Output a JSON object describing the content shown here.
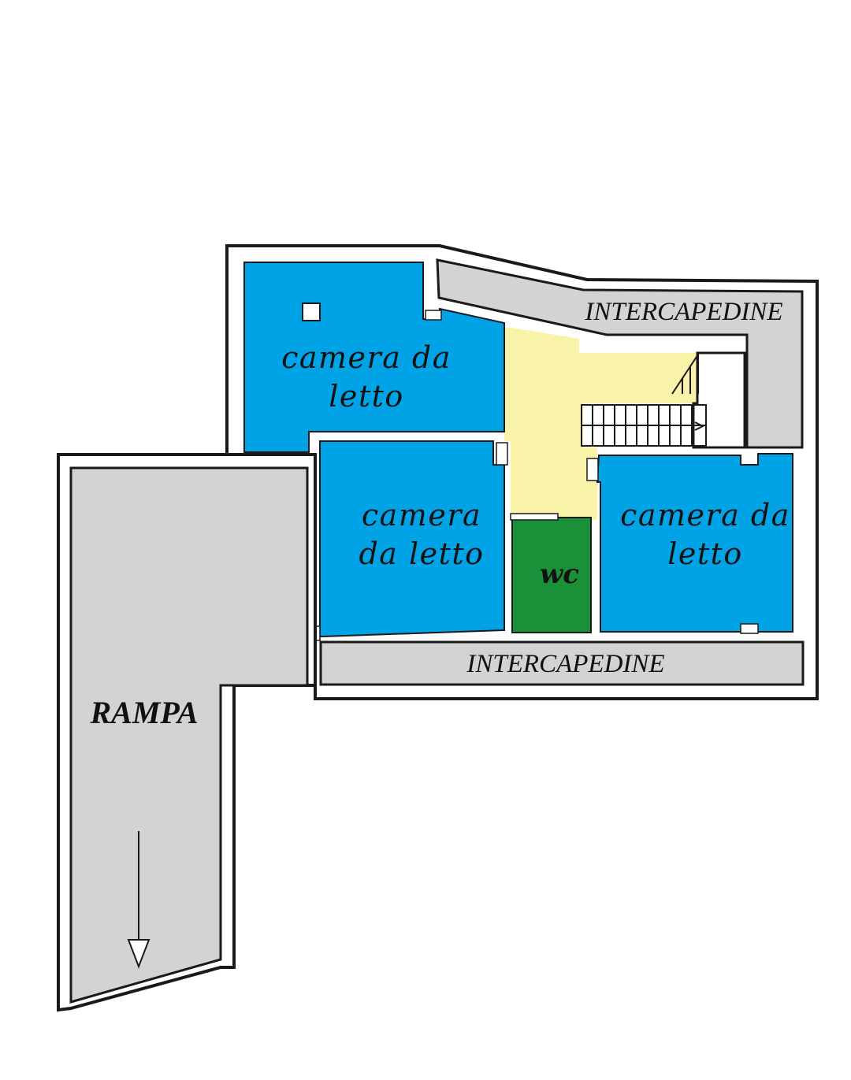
{
  "colors": {
    "bedroom": "#00a3e6",
    "hall": "#f8f3a8",
    "wc": "#1a9139",
    "service": "#d3d3d3",
    "wall": "#1a1a1a"
  },
  "labels": {
    "bedroom_top_line1": "camera da",
    "bedroom_top_line2": "letto",
    "bedroom_mid_line1": "camera",
    "bedroom_mid_line2": "da letto",
    "bedroom_right_line1": "camera da",
    "bedroom_right_line2": "letto",
    "wc": "wc",
    "intercapedine_top": "INTERCAPEDINE",
    "intercapedine_bottom": "INTERCAPEDINE",
    "rampa": "RAMPA"
  }
}
